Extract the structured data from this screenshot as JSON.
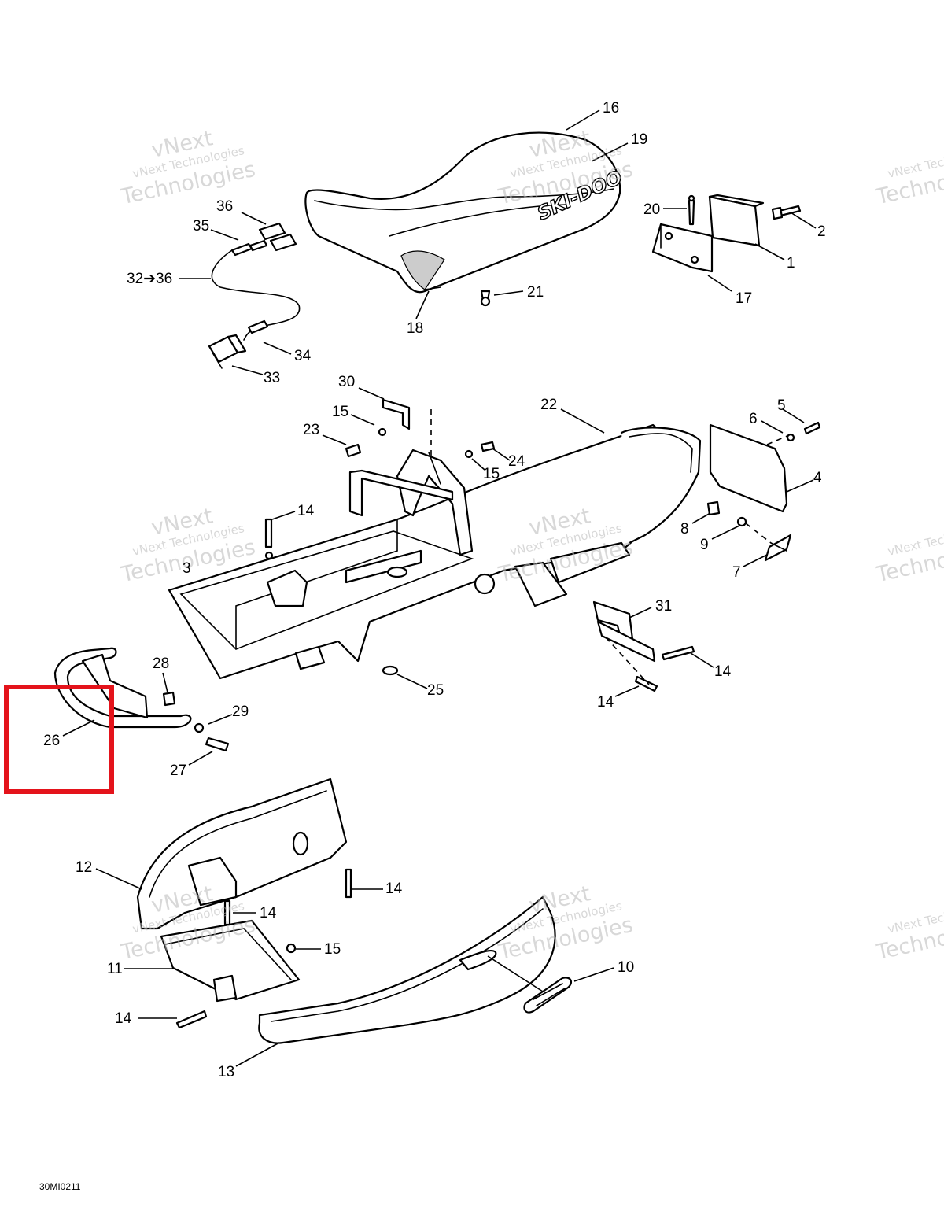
{
  "diagram_code": "30MI0211",
  "seat_logo": "SKI-DOO",
  "watermark": {
    "line1": "vNext Technologies",
    "line2": "Technologies",
    "line3": "vNext"
  },
  "highlight_color": "#e4131b",
  "callouts": {
    "c1": "1",
    "c2": "2",
    "c3": "3",
    "c4": "4",
    "c5": "5",
    "c6": "6",
    "c7": "7",
    "c8": "8",
    "c9": "9",
    "c10": "10",
    "c11": "11",
    "c12": "12",
    "c13": "13",
    "c14": "14",
    "c15": "15",
    "c16": "16",
    "c17": "17",
    "c18": "18",
    "c19": "19",
    "c20": "20",
    "c21": "21",
    "c22": "22",
    "c23": "23",
    "c24": "24",
    "c25": "25",
    "c26": "26",
    "c27": "27",
    "c28": "28",
    "c29": "29",
    "c30": "30",
    "c31": "31",
    "c32_36": "32➔36",
    "c33": "33",
    "c34": "34",
    "c35": "35",
    "c36": "36"
  }
}
